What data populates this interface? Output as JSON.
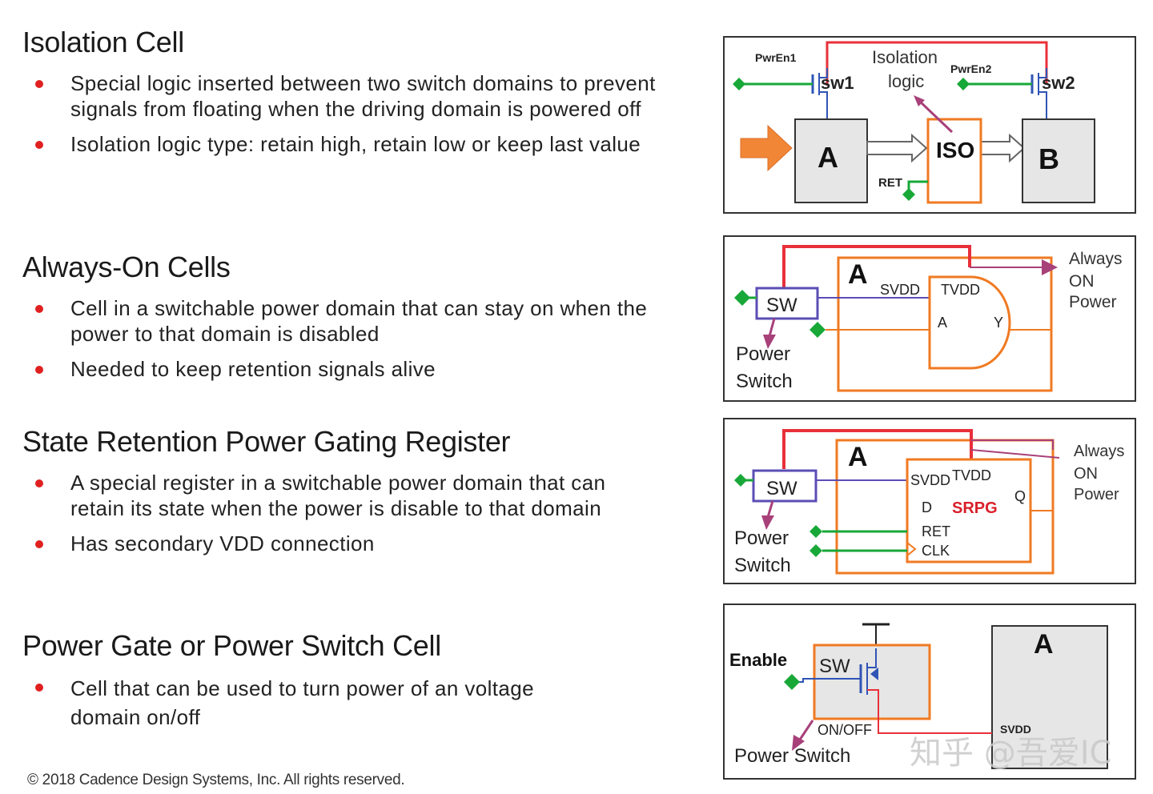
{
  "sections": [
    {
      "title": "Isolation Cell",
      "bullets": [
        "Special logic inserted between two switch domains to prevent signals from floating when the driving domain is powered off",
        "Isolation logic type: retain high, retain low or keep last value"
      ]
    },
    {
      "title": "Always-On Cells",
      "bullets": [
        "Cell in a switchable power domain that can stay on when the power to that domain is disabled",
        "Needed to keep retention signals alive"
      ]
    },
    {
      "title": "State Retention Power Gating Register",
      "bullets": [
        "A special register in a switchable power domain that can retain its state when the power is disable to that domain",
        "Has secondary VDD connection"
      ]
    },
    {
      "title": "Power Gate or Power Switch Cell",
      "bullets": [
        "Cell that can be used to turn power of an voltage domain on/off"
      ]
    }
  ],
  "diagrams": {
    "isolation": {
      "pwren1": "PwrEn1",
      "pwren2": "PwrEn2",
      "sw1": "sw1",
      "sw2": "sw2",
      "iso_label_1": "Isolation",
      "iso_label_2": "logic",
      "block_a": "A",
      "iso": "ISO",
      "block_b": "B",
      "ret": "RET"
    },
    "always_on": {
      "block_a": "A",
      "sw": "SW",
      "svdd": "SVDD",
      "tvdd": "TVDD",
      "pin_a": "A",
      "pin_y": "Y",
      "power_1": "Power",
      "power_2": "Switch",
      "aon_1": "Always",
      "aon_2": "ON",
      "aon_3": "Power"
    },
    "srpg": {
      "block_a": "A",
      "sw": "SW",
      "svdd": "SVDD",
      "tvdd": "TVDD",
      "d": "D",
      "srpg": "SRPG",
      "q": "Q",
      "ret": "RET",
      "clk": "CLK",
      "power_1": "Power",
      "power_2": "Switch",
      "aon_1": "Always",
      "aon_2": "ON",
      "aon_3": "Power"
    },
    "power_switch": {
      "enable": "Enable",
      "sw": "SW",
      "onoff": "ON/OFF",
      "block_a": "A",
      "svdd": "SVDD",
      "power_switch": "Power Switch"
    }
  },
  "colors": {
    "bullet": "#e02020",
    "power_rail": "#e8303a",
    "orange": "#f07a22",
    "purple": "#6a4fb5",
    "green": "#18a838",
    "magenta": "#a8407a"
  },
  "footer": {
    "copyright": "© 2018 Cadence Design Systems, Inc. All rights reserved."
  },
  "watermark": "知乎 @吾爱IC"
}
